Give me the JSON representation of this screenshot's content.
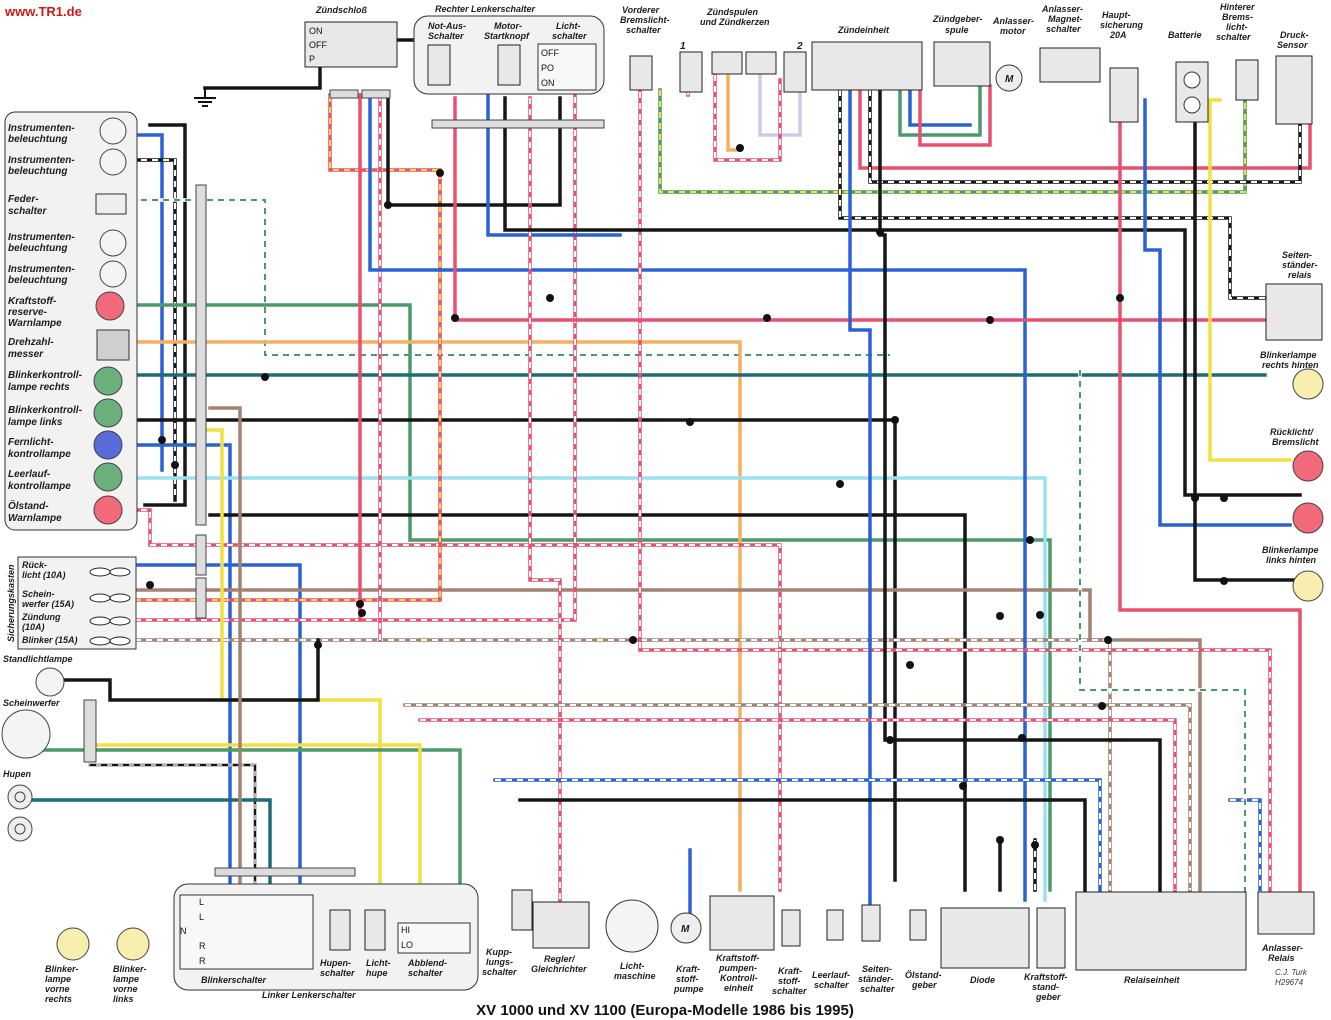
{
  "header": {
    "website": "www.TR1.de",
    "title": "XV 1000 und XV 1100 (Europa-Modelle 1986 bis 1995)",
    "credit_author": "C.J. Turk",
    "credit_code": "H29674"
  },
  "colors": {
    "black": "#161616",
    "red": "#e8506e",
    "blue": "#2a62d4",
    "green": "#4a9a6a",
    "brown": "#a48272",
    "orange": "#f4b060",
    "yellow": "#f2e040",
    "white": "#ffffff",
    "lightblue": "#9ce0f0",
    "darkgreen": "#1e6a78",
    "grey": "#b0b0b0",
    "lilac": "#d0c8e8"
  },
  "top": {
    "zuendschloss": "Zündschloß",
    "zs_on": "ON",
    "zs_off": "OFF",
    "zs_p": "P",
    "rechter_lenkerschalter": "Rechter Lenkerschalter",
    "not_aus_1": "Not-Aus-",
    "not_aus_2": "Schalter",
    "motor_1": "Motor-",
    "motor_2": "Startknopf",
    "licht_1": "Licht-",
    "licht_2": "schalter",
    "ls_off": "OFF",
    "ls_po": "PO",
    "ls_on": "ON",
    "vbrems_1": "Vorderer",
    "vbrems_2": "Bremslicht-",
    "vbrems_3": "schalter",
    "zspulen_1": "Zündspulen",
    "zspulen_2": "und Zündkerzen",
    "zyl1": "1",
    "zyl2": "2",
    "zuendeinheit": "Zündeinheit",
    "zgeber_1": "Zündgeber-",
    "zgeber_2": "spule",
    "amotor_1": "Anlasser-",
    "amotor_2": "motor",
    "motor_symbol": "M",
    "amag_1": "Anlasser-",
    "amag_2": "Magnet-",
    "amag_3": "schalter",
    "hsich_1": "Haupt-",
    "hsich_2": "sicherung",
    "hsich_3": "20A",
    "batterie": "Batterie",
    "hbrems_1": "Hinterer",
    "hbrems_2": "Brems-",
    "hbrems_3": "licht-",
    "hbrems_4": "schalter",
    "druck_1": "Druck-",
    "druck_2": "Sensor"
  },
  "left": {
    "instr1_1": "Instrumenten-",
    "instr1_2": "beleuchtung",
    "instr2_1": "Instrumenten-",
    "instr2_2": "beleuchtung",
    "feder_1": "Feder-",
    "feder_2": "schalter",
    "instr3_1": "Instrumenten-",
    "instr3_2": "beleuchtung",
    "instr4_1": "Instrumenten-",
    "instr4_2": "beleuchtung",
    "kraft_1": "Kraftstoff-",
    "kraft_2": "reserve-",
    "kraft_3": "Warnlampe",
    "dreh_1": "Drehzahl-",
    "dreh_2": "messer",
    "bkr_1": "Blinkerkontroll-",
    "bkr_2": "lampe rechts",
    "bkl_1": "Blinkerkontroll-",
    "bkl_2": "lampe links",
    "fern_1": "Fernlicht-",
    "fern_2": "kontrollampe",
    "leer_1": "Leerlauf-",
    "leer_2": "kontrollampe",
    "oel_1": "Ölstand-",
    "oel_2": "Warnlampe",
    "sicherungskasten": "Sicherungskasten",
    "fuse1_1": "Rück-",
    "fuse1_2": "licht (10A)",
    "fuse2_1": "Schein-",
    "fuse2_2": "werfer (15A)",
    "fuse3_1": "Zündung",
    "fuse3_2": "(10A)",
    "fuse4": "Blinker (15A)",
    "standlicht": "Standlichtlampe",
    "scheinwerfer": "Scheinwerfer",
    "hupen": "Hupen",
    "blvr_1": "Blinker-",
    "blvr_2": "lampe",
    "blvr_3": "vorne",
    "blvr_4": "rechts",
    "blvl_1": "Blinker-",
    "blvl_2": "lampe",
    "blvl_3": "vorne",
    "blvl_4": "links"
  },
  "right": {
    "seiten_1": "Seiten-",
    "seiten_2": "ständer-",
    "seiten_3": "relais",
    "blhr_1": "Blinkerlampe",
    "blhr_2": "rechts hinten",
    "rueck_1": "Rücklicht/",
    "rueck_2": "Bremslicht",
    "blhl_1": "Blinkerlampe",
    "blhl_2": "links hinten"
  },
  "bottom": {
    "linker_lenkerschalter": "Linker Lenkerschalter",
    "blinkerschalter": "Blinkerschalter",
    "bs_l1": "L",
    "bs_l2": "L",
    "bs_n": "N",
    "bs_r1": "R",
    "bs_r2": "R",
    "hupen_1": "Hupen-",
    "hupen_2": "schalter",
    "lhupe_1": "Licht-",
    "lhupe_2": "hupe",
    "abbl_1": "Abblend-",
    "abbl_2": "schalter",
    "abbl_hi": "HI",
    "abbl_lo": "LO",
    "kupp_1": "Kupp-",
    "kupp_2": "lungs-",
    "kupp_3": "schalter",
    "regler_1": "Regler/",
    "regler_2": "Gleichrichter",
    "lima_1": "Licht-",
    "lima_2": "maschine",
    "kpumpe_1": "Kraft-",
    "kpumpe_2": "stoff-",
    "kpumpe_3": "pumpe",
    "pump_symbol": "M",
    "kpke_1": "Kraftstoff-",
    "kpke_2": "pumpen-",
    "kpke_3": "Kontroll-",
    "kpke_4": "einheit",
    "kstoffsch_1": "Kraft-",
    "kstoffsch_2": "stoff-",
    "kstoffsch_3": "schalter",
    "leerlauf_1": "Leerlauf-",
    "leerlauf_2": "schalter",
    "seitenst_1": "Seiten-",
    "seitenst_2": "ständer-",
    "seitenst_3": "schalter",
    "oelstand_1": "Ölstand-",
    "oelstand_2": "geber",
    "diode": "Diode",
    "ksg_1": "Kraftstoff-",
    "ksg_2": "stand-",
    "ksg_3": "geber",
    "relaiseinheit": "Relaiseinheit",
    "arelais_1": "Anlasser-",
    "arelais_2": "Relais"
  }
}
